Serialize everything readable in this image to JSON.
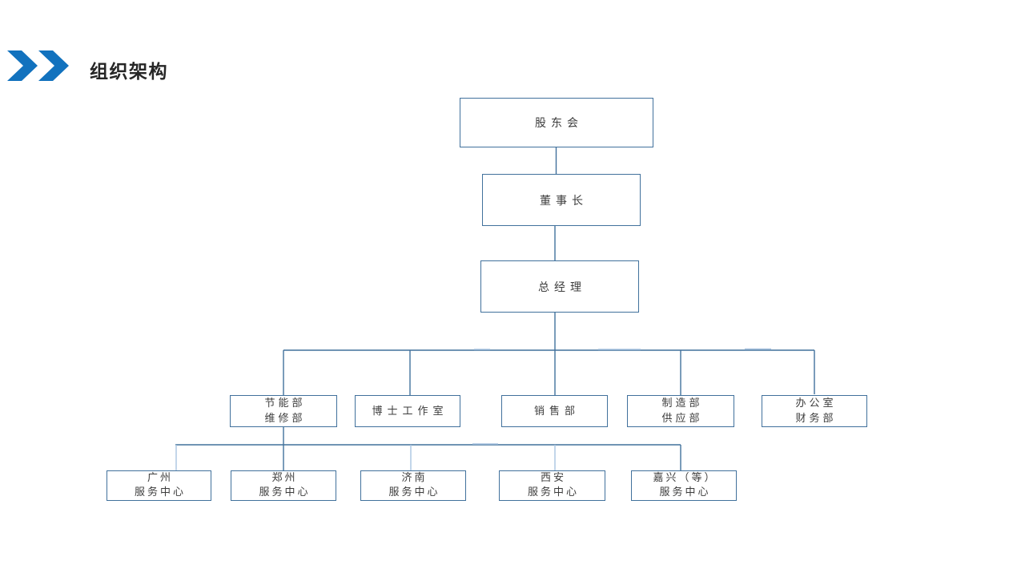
{
  "page": {
    "title": "组织架构"
  },
  "colors": {
    "background": "#ffffff",
    "chevron_blue": "#1272be",
    "box_border": "#41719c",
    "connector_dark": "#41719c",
    "connector_light": "#a9c4e0",
    "title_text": "#262626",
    "box_text": "#3d3d3d"
  },
  "org_chart": {
    "type": "org-tree",
    "nodes": [
      {
        "id": "shareholders",
        "level": 1,
        "lines": [
          "股东会"
        ]
      },
      {
        "id": "chairman",
        "level": 2,
        "lines": [
          "董事长"
        ]
      },
      {
        "id": "general-manager",
        "level": 3,
        "lines": [
          "总经理"
        ]
      },
      {
        "id": "energy-maintenance",
        "level": 4,
        "lines": [
          "节能部",
          "维修部"
        ]
      },
      {
        "id": "doctor-studio",
        "level": 4,
        "lines": [
          "博士工作室"
        ]
      },
      {
        "id": "sales-dept",
        "level": 4,
        "lines": [
          "销售部"
        ]
      },
      {
        "id": "manufacture-supply",
        "level": 4,
        "lines": [
          "制造部",
          "供应部"
        ]
      },
      {
        "id": "office-finance",
        "level": 4,
        "lines": [
          "办公室",
          "财务部"
        ]
      },
      {
        "id": "guangzhou-center",
        "level": 5,
        "lines": [
          "广州",
          "服务中心"
        ]
      },
      {
        "id": "zhengzhou-center",
        "level": 5,
        "lines": [
          "郑州",
          "服务中心"
        ]
      },
      {
        "id": "jinan-center",
        "level": 5,
        "lines": [
          "济南",
          "服务中心"
        ]
      },
      {
        "id": "xian-center",
        "level": 5,
        "lines": [
          "西安",
          "服务中心"
        ]
      },
      {
        "id": "jiaxing-center",
        "level": 5,
        "lines": [
          "嘉兴（等）",
          "服务中心"
        ]
      }
    ]
  }
}
